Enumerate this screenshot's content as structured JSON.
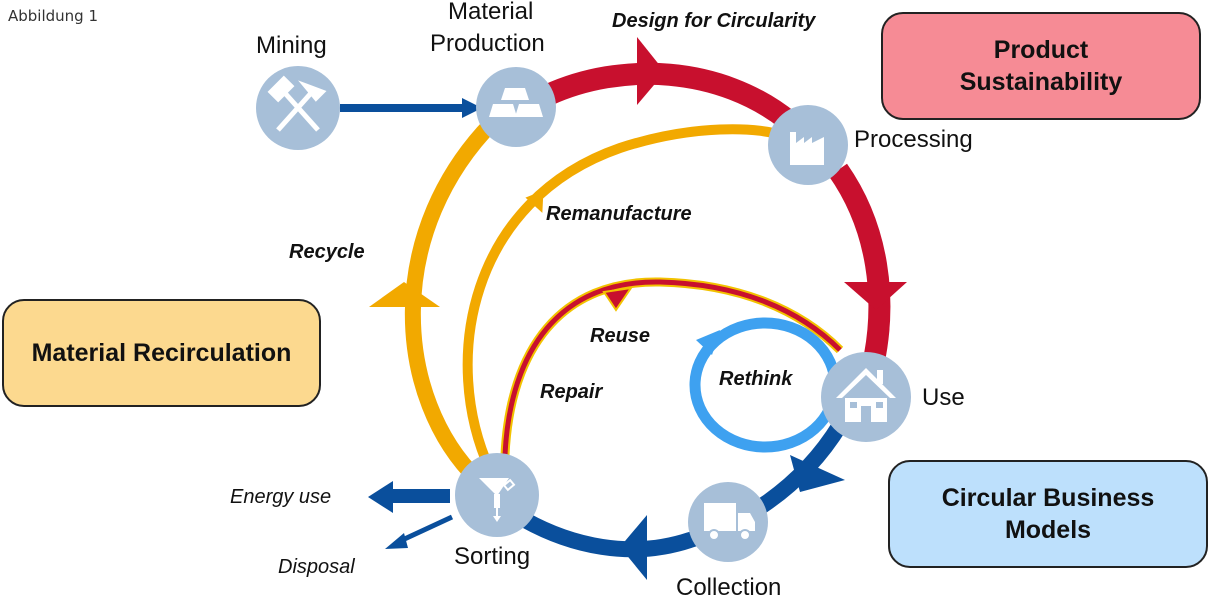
{
  "figure_label": "Abbildung 1",
  "nodes": {
    "mining": {
      "label": "Mining",
      "icon": "hammers-icon"
    },
    "material_production": {
      "label": "Material\nProduction",
      "label_line1": "Material",
      "label_line2": "Production",
      "icon": "gold-bars-icon"
    },
    "processing": {
      "label": "Processing",
      "icon": "factory-icon"
    },
    "use": {
      "label": "Use",
      "icon": "house-icon"
    },
    "collection": {
      "label": "Collection",
      "icon": "truck-icon"
    },
    "sorting": {
      "label": "Sorting",
      "icon": "funnel-icon"
    }
  },
  "flows": {
    "design": "Design for Circularity",
    "recycle": "Recycle",
    "remanufacture": "Remanufacture",
    "reuse": "Reuse",
    "repair": "Repair",
    "rethink": "Rethink"
  },
  "outputs": {
    "energy": "Energy use",
    "disposal": "Disposal"
  },
  "boxes": {
    "product": "Product\nSustainability",
    "material": "Material Recirculation",
    "business": "Circular Business\nModels"
  },
  "colors": {
    "red": "#c8102e",
    "orange": "#f2a900",
    "dark_blue": "#0a4f9c",
    "light_blue": "#3ea1f0",
    "node_fill": "#a7bfd8",
    "product_box": "#f68b95",
    "material_box": "#fcd98f",
    "business_box": "#bde0fc"
  }
}
